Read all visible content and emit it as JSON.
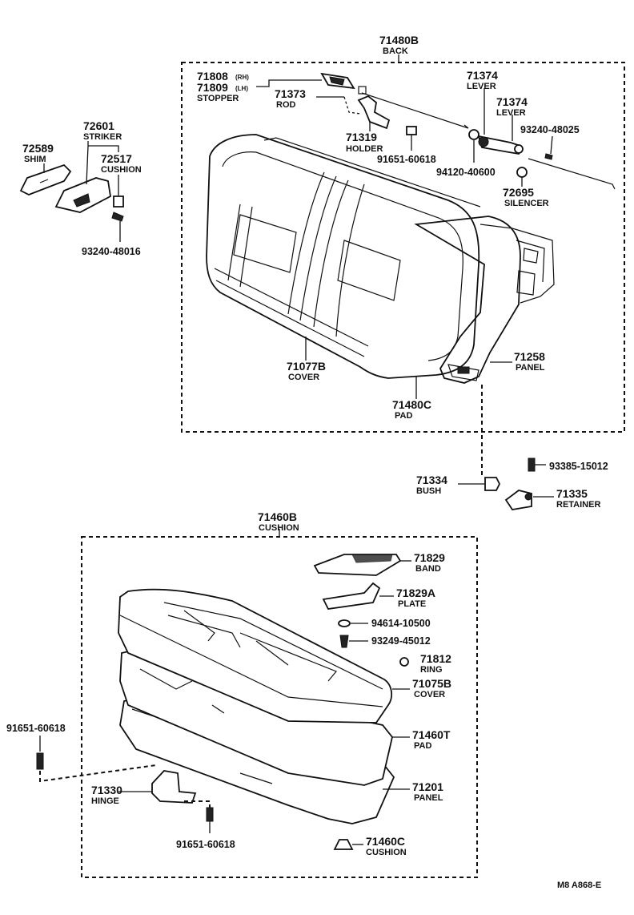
{
  "diagram_code": "M8 A868-E",
  "assemblies": {
    "back": {
      "number": "71480B",
      "name": "BACK"
    },
    "cushion": {
      "number": "71460B",
      "name": "CUSHION"
    }
  },
  "parts": {
    "p71808": {
      "number": "71808",
      "qualifier": "(RH)"
    },
    "p71809": {
      "number": "71809",
      "qualifier": "(LH)",
      "name": "STOPPER"
    },
    "p71373": {
      "number": "71373",
      "name": "ROD"
    },
    "p71319": {
      "number": "71319",
      "name": "HOLDER"
    },
    "p91651_a": {
      "number": "91651-60618"
    },
    "p71374_a": {
      "number": "71374",
      "name": "LEVER"
    },
    "p71374_b": {
      "number": "71374",
      "name": "LEVER"
    },
    "p93240_48025": {
      "number": "93240-48025"
    },
    "p94120": {
      "number": "94120-40600"
    },
    "p72695": {
      "number": "72695",
      "name": "SILENCER"
    },
    "p72589": {
      "number": "72589",
      "name": "SHIM"
    },
    "p72601": {
      "number": "72601",
      "name": "STRIKER"
    },
    "p72517": {
      "number": "72517",
      "name": "CUSHION"
    },
    "p93240_48016": {
      "number": "93240-48016"
    },
    "p71077B": {
      "number": "71077B",
      "name": "COVER"
    },
    "p71480C": {
      "number": "71480C",
      "name": "PAD"
    },
    "p71258": {
      "number": "71258",
      "name": "PANEL"
    },
    "p93385": {
      "number": "93385-15012"
    },
    "p71334": {
      "number": "71334",
      "name": "BUSH"
    },
    "p71335": {
      "number": "71335",
      "name": "RETAINER"
    },
    "p71829": {
      "number": "71829",
      "name": "BAND"
    },
    "p71829A": {
      "number": "71829A",
      "name": "PLATE"
    },
    "p94614": {
      "number": "94614-10500"
    },
    "p93249": {
      "number": "93249-45012"
    },
    "p71812": {
      "number": "71812",
      "name": "RING"
    },
    "p71075B": {
      "number": "71075B",
      "name": "COVER"
    },
    "p71460T": {
      "number": "71460T",
      "name": "PAD"
    },
    "p71201": {
      "number": "71201",
      "name": "PANEL"
    },
    "p91651_b": {
      "number": "91651-60618"
    },
    "p71330": {
      "number": "71330",
      "name": "HINGE"
    },
    "p91651_c": {
      "number": "91651-60618"
    },
    "p71460C": {
      "number": "71460C",
      "name": "CUSHION"
    }
  }
}
